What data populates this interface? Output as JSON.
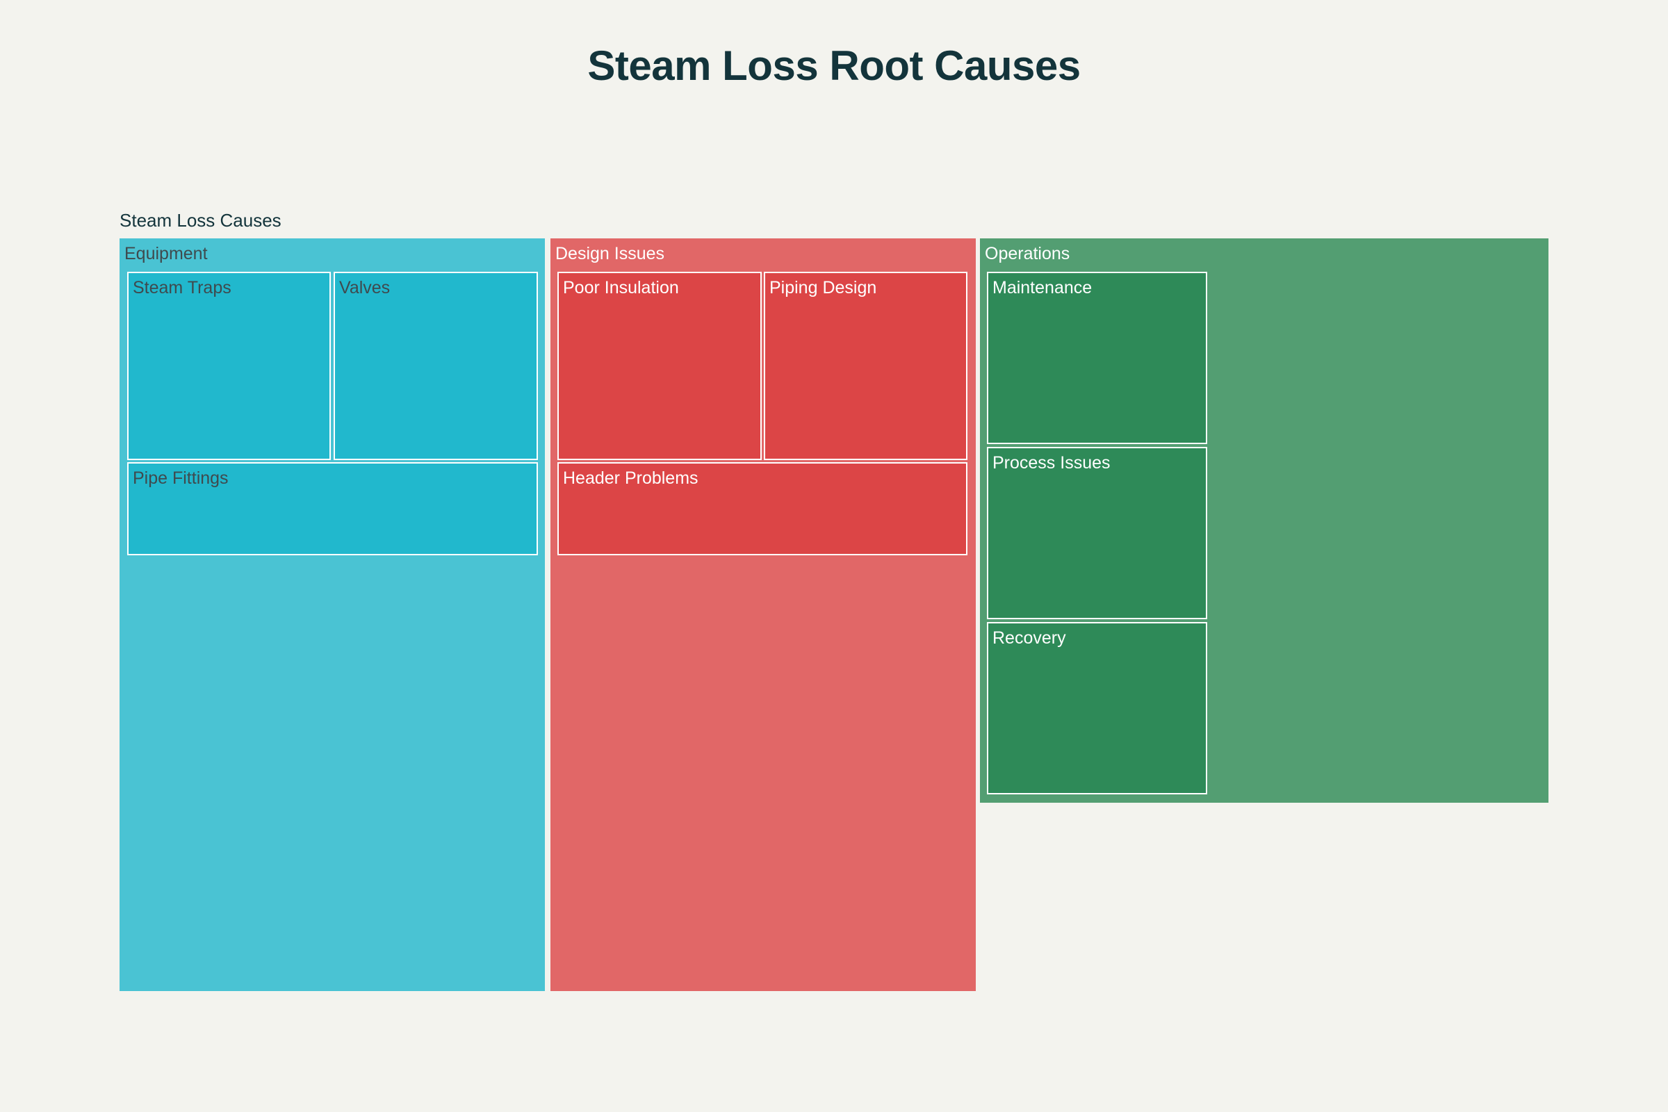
{
  "chart_data": {
    "type": "treemap",
    "title": "Steam Loss Root Causes",
    "root": "Steam Loss Causes",
    "groups": [
      {
        "name": "Equipment",
        "color": "#4ac3d3",
        "leaf_color": "#21b8cd",
        "label_color": "#3f4a4e",
        "children": [
          "Steam Traps",
          "Valves",
          "Pipe Fittings"
        ]
      },
      {
        "name": "Design Issues",
        "color": "#e16767",
        "leaf_color": "#dc4546",
        "label_color": "#ffffff",
        "children": [
          "Poor Insulation",
          "Piping Design",
          "Header Problems"
        ]
      },
      {
        "name": "Operations",
        "color": "#539e72",
        "leaf_color": "#2e8a58",
        "label_color": "#ffffff",
        "children": [
          "Maintenance",
          "Process Issues",
          "Recovery"
        ]
      }
    ]
  }
}
